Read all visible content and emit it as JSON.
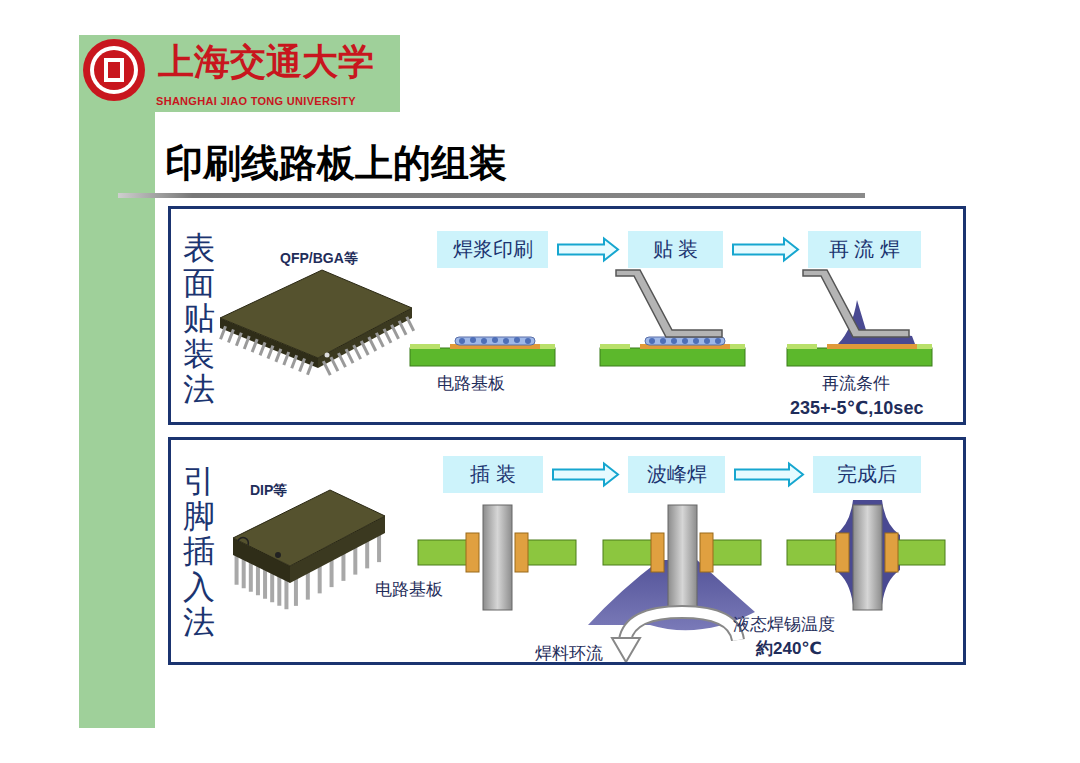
{
  "diagram": {
    "title": "印刷线路板上的组装",
    "nodes": [
      {
        "text": [
          "表面贴装法"
        ]
      },
      {
        "text": [
          "焊浆印刷"
        ],
        "in": 0
      },
      {
        "text": [
          "贴 装"
        ],
        "in": 0
      },
      {
        "text": [
          "再 流 焊"
        ],
        "in": 0
      },
      {
        "text": [
          "引脚插入法"
        ]
      },
      {
        "text": [
          "插 装"
        ],
        "in": 4
      },
      {
        "text": [
          "波峰焊"
        ],
        "in": 4
      },
      {
        "text": [
          "完成后"
        ],
        "in": 4
      }
    ],
    "edges": [
      {
        "from": 1,
        "to": 2,
        "arrow": "to"
      },
      {
        "from": 2,
        "to": 3,
        "arrow": "to"
      },
      {
        "from": 5,
        "to": 6,
        "arrow": "to"
      },
      {
        "from": 6,
        "to": 7,
        "arrow": "to"
      }
    ],
    "labels": [
      "上海交通大学",
      "SHANGHAI JIAO TONG UNIVERSITY",
      "QFP/BGA等",
      "电路基板",
      "再流条件",
      "235+-5℃,10sec",
      "DIP等",
      "电路基板",
      "液态焊锡温度",
      "約240℃",
      "焊料环流"
    ]
  }
}
